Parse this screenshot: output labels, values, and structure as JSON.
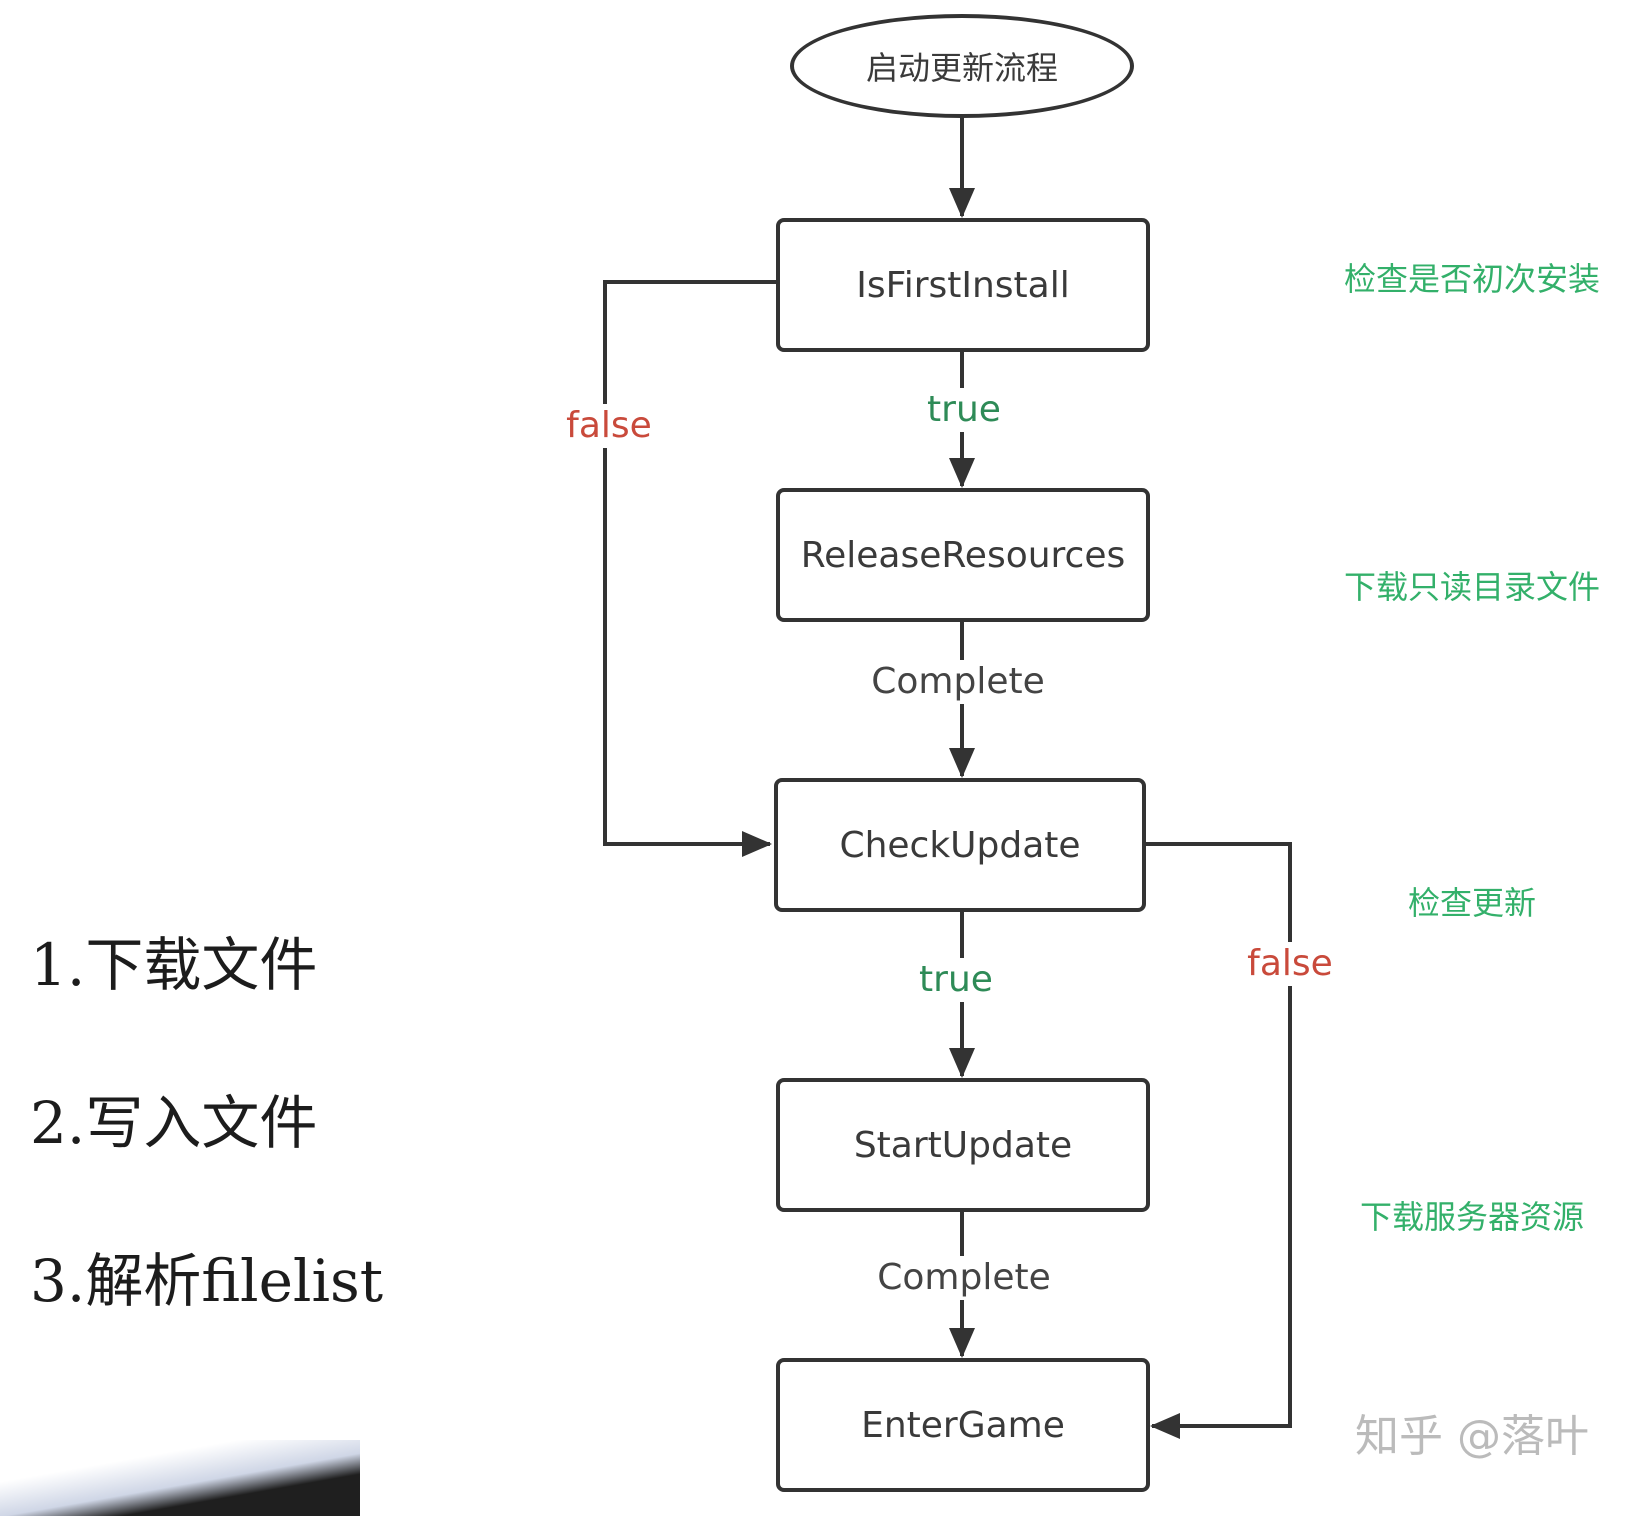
{
  "start": {
    "label": "启动更新流程"
  },
  "nodes": {
    "is_first_install": "IsFirstInstall",
    "release_resources": "ReleaseResources",
    "check_update": "CheckUpdate",
    "start_update": "StartUpdate",
    "enter_game": "EnterGame"
  },
  "edge_labels": {
    "first_true": "true",
    "first_false": "false",
    "release_complete": "Complete",
    "check_true": "true",
    "check_false": "false",
    "start_complete": "Complete"
  },
  "notes": {
    "first_install": "检查是否初次安装",
    "release": "下载只读目录文件",
    "check": "检查更新",
    "start": "下载服务器资源"
  },
  "steps": [
    "1.下载文件",
    "2.写入文件",
    "3.解析filelist"
  ],
  "watermark": "知乎 @落叶",
  "colors": {
    "true": "#2e8b57",
    "false": "#c94a3b",
    "note": "#33b06a",
    "line": "#333333"
  }
}
